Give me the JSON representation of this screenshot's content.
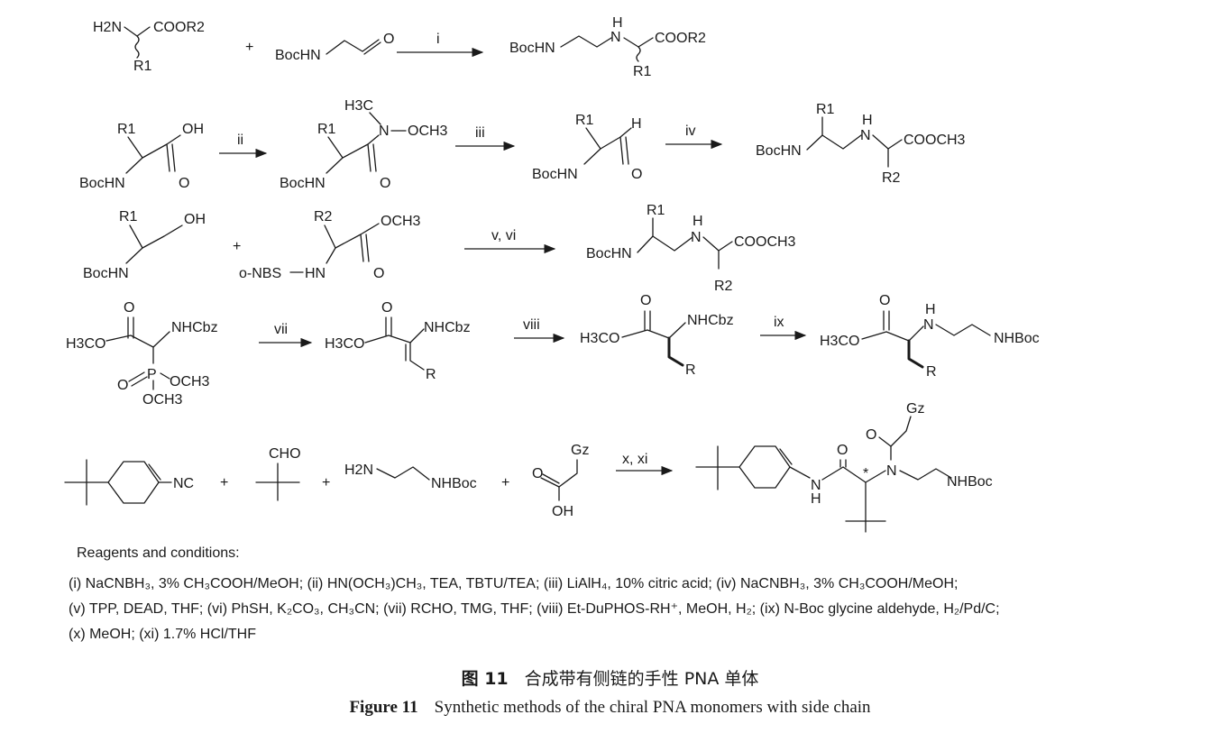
{
  "scheme": {
    "plus": "+",
    "arrows": {
      "i": "i",
      "ii": "ii",
      "iii": "iii",
      "iv": "iv",
      "v_vi": "v, vi",
      "vii": "vii",
      "viii": "viii",
      "ix": "ix",
      "x_xi": "x, xi"
    },
    "labels": {
      "H2N": "H2N",
      "COOR2": "COOR2",
      "R1": "R1",
      "R2": "R2",
      "BocHN": "BocHN",
      "O": "O",
      "OH": "OH",
      "H": "H",
      "N": "N",
      "H3C": "H3C",
      "OCH3": "OCH3",
      "COOCH3": "COOCH3",
      "oNBS": "o-NBS",
      "HN": "HN",
      "NHCbz": "NHCbz",
      "H3CO": "H3CO",
      "P": "P",
      "R": "R",
      "NHBoc": "NHBoc",
      "NC": "NC",
      "CHO": "CHO",
      "Gz": "Gz",
      "star": "*"
    }
  },
  "conditions": {
    "heading": "Reagents and conditions:",
    "lines": [
      "(i) NaCNBH₃, 3% CH₃COOH/MeOH; (ii) HN(OCH₃)CH₃, TEA, TBTU/TEA; (iii) LiAlH₄, 10% citric acid; (iv) NaCNBH₃, 3% CH₃COOH/MeOH;",
      "(v) TPP, DEAD, THF; (vi) PhSH, K₂CO₃, CH₃CN; (vii) RCHO, TMG, THF; (viii) Et-DuPHOS-RH⁺, MeOH, H₂; (ix) N-Boc glycine aldehyde, H₂/Pd/C;",
      "(x) MeOH; (xi) 1.7% HCl/THF"
    ]
  },
  "caption": {
    "zh_label": "图 11",
    "zh_text": "合成带有侧链的手性 PNA 单体",
    "en_label": "Figure 11",
    "en_text": "Synthetic methods of the chiral PNA monomers with side chain"
  }
}
